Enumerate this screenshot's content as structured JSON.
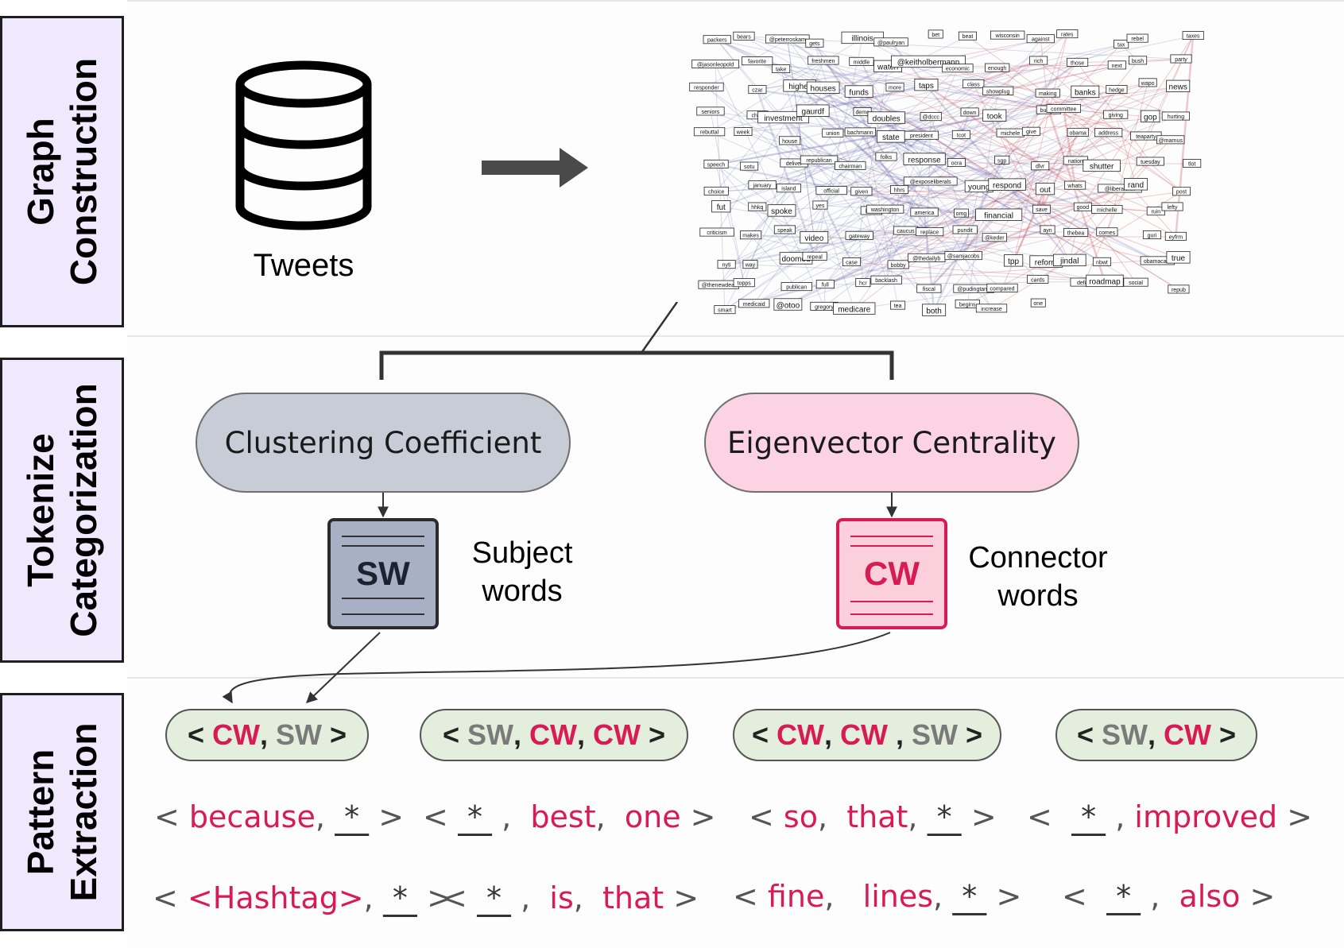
{
  "stages": {
    "graph_construction": "Graph\nConstruction",
    "tokenize_categorization": "Tokenize\nCategorization",
    "pattern_extraction": "Pattern\nExtraction"
  },
  "database": {
    "label": "Tweets",
    "icon": "database-icon"
  },
  "graph_words": [
    "packers",
    "bears",
    "@peterroskam",
    "gets",
    "illinois",
    "@paulryan",
    "bet",
    "beat",
    "wisconsin",
    "against",
    "rates",
    "tax",
    "rebel",
    "taxes",
    "@jasonleopold",
    "favorite",
    "take",
    "freshmen",
    "middle",
    "watch",
    "@keitholbermann",
    "economic",
    "enough",
    "rich",
    "those",
    "next",
    "bush",
    "party",
    "responder",
    "czar",
    "higher",
    "houses",
    "funds",
    "more",
    "taps",
    "class",
    "showplug",
    "making",
    "banks",
    "hedge",
    "wapo",
    "news",
    "seniors",
    "chair",
    "investment",
    "gaurdf",
    "dems",
    "doubles",
    "@dccc",
    "down",
    "took",
    "budget",
    "committee",
    "giving",
    "gop",
    "hurting",
    "rebuttal",
    "week",
    "house",
    "union",
    "bachmann",
    "state",
    "president",
    "tcot",
    "michele",
    "give",
    "obama",
    "address",
    "teaparty",
    "@marnus",
    "speech",
    "sotu",
    "deliver",
    "republican",
    "chairman",
    "folks",
    "response",
    "ocra",
    "sgp",
    "dlvr",
    "nation",
    "shutter",
    "tuesday",
    "tlot",
    "choice",
    "january",
    "island",
    "official",
    "given",
    "hhrs",
    "@exposeliberals",
    "young",
    "respond",
    "out",
    "whats",
    "@liberalchik",
    "rand",
    "post",
    "fut",
    "hhkq",
    "spoke",
    "yes",
    "bitch",
    "washington",
    "america",
    "omg",
    "financial",
    "save",
    "good",
    "michelle",
    "ruin",
    "lefty",
    "criticism",
    "makes",
    "speak",
    "video",
    "gateway",
    "caucus",
    "replace",
    "pundit",
    "@keder",
    "ayn",
    "thebea",
    "comes",
    "guri",
    "eyfrm",
    "nyti",
    "way",
    "doomed",
    "repeal",
    "case",
    "bobby",
    "@thedailyb",
    "@samjacobs",
    "tpp",
    "reform",
    "jindal",
    "nbwt",
    "obamacare",
    "true",
    "@thenewdeal",
    "topps",
    "publican",
    "full",
    "hcr",
    "backlash",
    "fiscal",
    "@pudingtane",
    "compared",
    "cards",
    "deficit",
    "roadmap",
    "social",
    "repub",
    "smart",
    "medicaid",
    "@otoo",
    "gregory",
    "medicare",
    "tea",
    "both",
    "begins",
    "increase",
    "one"
  ],
  "metrics": {
    "clustering": "Clustering Coefficient",
    "eigenvector": "Eigenvector  Centrality"
  },
  "documents": {
    "sw": {
      "code": "SW",
      "label": "Subject\nwords"
    },
    "cw": {
      "code": "CW",
      "label": "Connector\nwords"
    }
  },
  "patterns": [
    {
      "parts": [
        [
          "<",
          "p"
        ],
        [
          " CW",
          "cw"
        ],
        [
          ",",
          "p"
        ],
        [
          " SW",
          "sw"
        ],
        [
          " >",
          "p"
        ]
      ]
    },
    {
      "parts": [
        [
          "<",
          "p"
        ],
        [
          " SW",
          "sw"
        ],
        [
          ",",
          "p"
        ],
        [
          " CW",
          "cw"
        ],
        [
          ",",
          "p"
        ],
        [
          " CW",
          "cw"
        ],
        [
          " >",
          "p"
        ]
      ]
    },
    {
      "parts": [
        [
          "<",
          "p"
        ],
        [
          " CW",
          "cw"
        ],
        [
          ",",
          "p"
        ],
        [
          " CW",
          "cw"
        ],
        [
          " ,",
          "p"
        ],
        [
          " SW",
          "sw"
        ],
        [
          " >",
          "p"
        ]
      ]
    },
    {
      "parts": [
        [
          "<",
          "p"
        ],
        [
          " SW",
          "sw"
        ],
        [
          ",",
          "p"
        ],
        [
          " CW",
          "cw"
        ],
        [
          " >",
          "p"
        ]
      ]
    }
  ],
  "examples": [
    {
      "parts": [
        [
          "< ",
          "g"
        ],
        [
          "because",
          "r"
        ],
        [
          ", ",
          "g"
        ],
        [
          "_*_",
          "u"
        ],
        [
          " >",
          "g"
        ]
      ]
    },
    {
      "parts": [
        [
          "< ",
          "g"
        ],
        [
          "_*_",
          "u"
        ],
        [
          " ,  ",
          "g"
        ],
        [
          "best",
          "r"
        ],
        [
          ",  ",
          "g"
        ],
        [
          "one",
          "r"
        ],
        [
          " >",
          "g"
        ]
      ]
    },
    {
      "parts": [
        [
          "< ",
          "g"
        ],
        [
          "so",
          "r"
        ],
        [
          ",  ",
          "g"
        ],
        [
          "that",
          "r"
        ],
        [
          ", ",
          "g"
        ],
        [
          "_*_",
          "u"
        ],
        [
          " >",
          "g"
        ]
      ]
    },
    {
      "parts": [
        [
          "<  ",
          "g"
        ],
        [
          "_*_",
          "u"
        ],
        [
          " , ",
          "g"
        ],
        [
          "improved",
          "r"
        ],
        [
          " >",
          "g"
        ]
      ]
    },
    {
      "parts": [
        [
          "< ",
          "g"
        ],
        [
          "<Hashtag>",
          "r"
        ],
        [
          ", ",
          "g"
        ],
        [
          "_*_",
          "u"
        ],
        [
          " >",
          "g"
        ]
      ]
    },
    {
      "parts": [
        [
          "< ",
          "g"
        ],
        [
          "_*_",
          "u"
        ],
        [
          " ,  ",
          "g"
        ],
        [
          "is",
          "r"
        ],
        [
          ",  ",
          "g"
        ],
        [
          "that",
          "r"
        ],
        [
          " >",
          "g"
        ]
      ]
    },
    {
      "parts": [
        [
          "< ",
          "g"
        ],
        [
          "fine",
          "r"
        ],
        [
          ",   ",
          "g"
        ],
        [
          "lines",
          "r"
        ],
        [
          ", ",
          "g"
        ],
        [
          "_*_",
          "u"
        ],
        [
          " >",
          "g"
        ]
      ]
    },
    {
      "parts": [
        [
          "<  ",
          "g"
        ],
        [
          "_*_",
          "u"
        ],
        [
          " ,  ",
          "g"
        ],
        [
          "also",
          "r"
        ],
        [
          " >",
          "g"
        ]
      ]
    }
  ],
  "colors": {
    "cw": "#d81b55",
    "sw": "#7a7a7a",
    "clustering_fill": "#c7ccd6",
    "eigenvector_fill": "#fbd3e3",
    "sw_doc_fill": "#a7b0c4",
    "cw_doc_fill": "#fbd0dc",
    "pattern_fill": "#e3efdc"
  }
}
